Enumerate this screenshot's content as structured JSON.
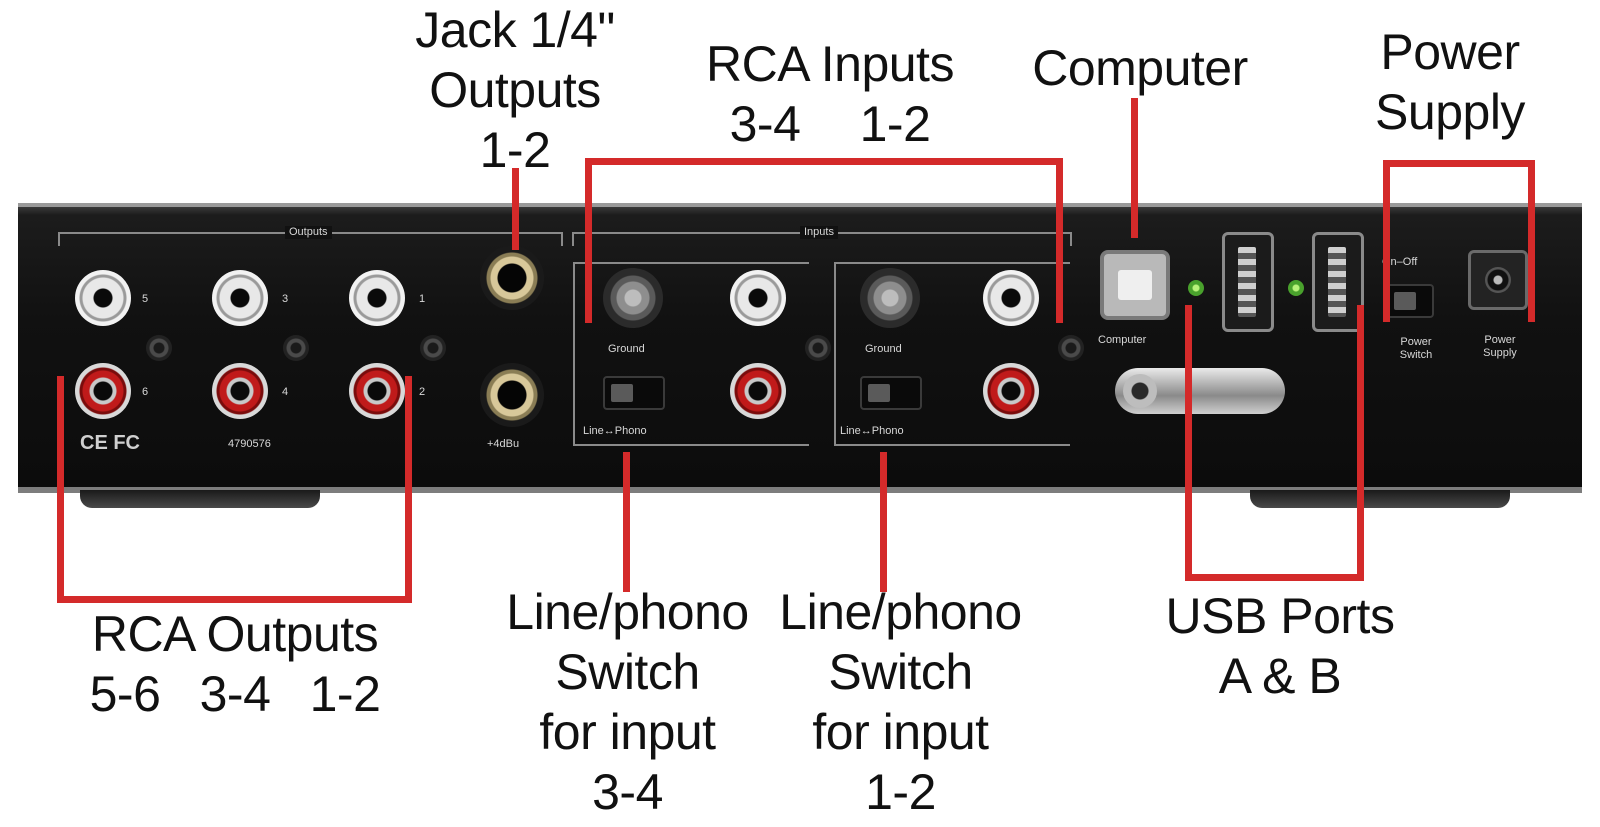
{
  "labels": {
    "jack_outputs": {
      "line1": "Jack 1/4\"",
      "line2": "Outputs",
      "line3": "1-2"
    },
    "rca_inputs": {
      "line1": "RCA Inputs",
      "sub_a": "3-4",
      "sub_b": "1-2"
    },
    "computer": "Computer",
    "power_supply": {
      "line1": "Power",
      "line2": "Supply"
    },
    "rca_outputs": {
      "line1": "RCA Outputs",
      "sub_a": "5-6",
      "sub_b": "3-4",
      "sub_c": "1-2"
    },
    "switch_34": {
      "line1": "Line/phono",
      "line2": "Switch",
      "line3": "for input",
      "line4": "3-4"
    },
    "switch_12": {
      "line1": "Line/phono",
      "line2": "Switch",
      "line3": "for input",
      "line4": "1-2"
    },
    "usb_ports": {
      "line1": "USB Ports",
      "line2": "A & B"
    }
  },
  "panel_print": {
    "outputs": "Outputs",
    "inputs": "Inputs",
    "ground": "Ground",
    "line_phono": "Line↔Phono",
    "level": "+4dBu",
    "computer": "Computer",
    "on_off": "On–Off",
    "power_switch": "Power Switch",
    "power_supply": "Power Supply",
    "ch": {
      "c1": "1",
      "c2": "2",
      "c3": "3",
      "c4": "4",
      "c5": "5",
      "c6": "6"
    },
    "fcc_id": "4790576",
    "certs": "CE FC"
  },
  "colors": {
    "annotation": "#d42a2a",
    "panel": "#111111",
    "text": "#111111"
  }
}
